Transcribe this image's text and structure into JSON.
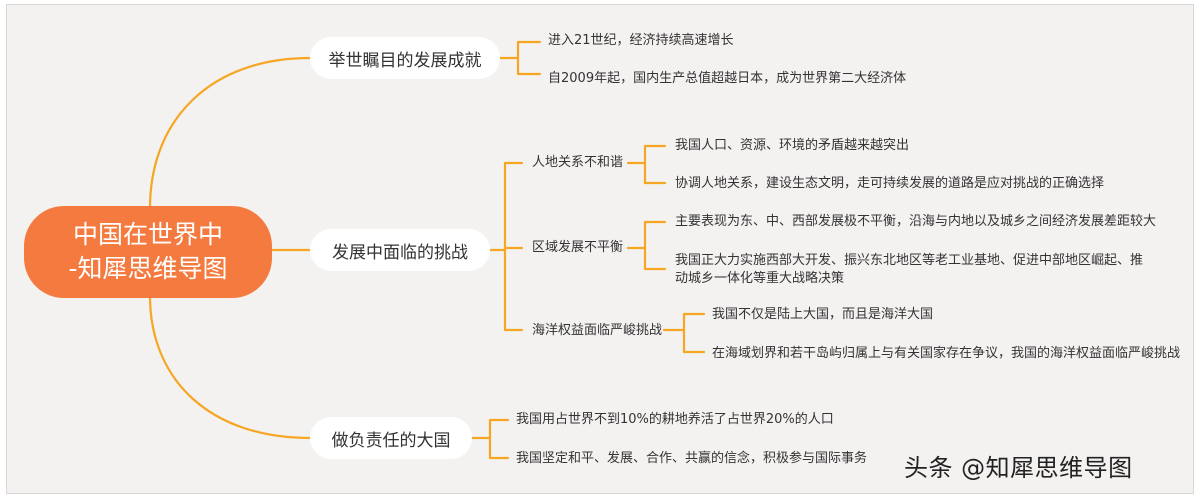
{
  "root": {
    "line1": "中国在世界中",
    "line2": "-知犀思维导图"
  },
  "branches": [
    {
      "label": "举世瞩目的发展成就",
      "items": [
        "进入21世纪，经济持续高速增长",
        "自2009年起，国内生产总值超越日本，成为世界第二大经济体"
      ]
    },
    {
      "label": "发展中面临的挑战",
      "subs": [
        {
          "label": "人地关系不和谐",
          "items": [
            "我国人口、资源、环境的矛盾越来越突出",
            "协调人地关系，建设生态文明，走可持续发展的道路是应对挑战的正确选择"
          ]
        },
        {
          "label": "区域发展不平衡",
          "items": [
            "主要表现为东、中、西部发展极不平衡，沿海与内地以及城乡之间经济发展差距较大",
            "我国正大力实施西部大开发、振兴东北地区等老工业基地、促进中部地区崛起、推动城乡一体化等重大战略决策"
          ]
        },
        {
          "label": "海洋权益面临严峻挑战",
          "items": [
            "我国不仅是陆上大国，而且是海洋大国",
            "在海域划界和若干岛屿归属上与有关国家存在争议，我国的海洋权益面临严峻挑战"
          ]
        }
      ]
    },
    {
      "label": "做负责任的大国",
      "items": [
        "我国用占世界不到10%的耕地养活了占世界20%的人口",
        "我国坚定和平、发展、合作、共赢的信念，积极参与国际事务"
      ]
    }
  ],
  "watermark": "头条 @知犀思维导图",
  "colors": {
    "accent": "#f47a3f",
    "line": "#f5a623",
    "background": "#f4f2f1",
    "node": "#ffffff",
    "text": "#333333"
  }
}
